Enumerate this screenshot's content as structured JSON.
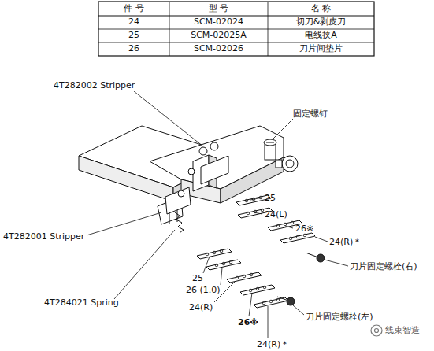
{
  "diagram": {
    "labels": [
      "件 号",
      "型 号",
      "名 称",
      "24",
      "SCM-02024",
      "切刀&剥皮刀",
      "25",
      "SCM-02025A",
      "电线挟A",
      "26",
      "SCM-02026",
      "刀片间垫片",
      "4T282002 Stripper",
      "固定螺钉",
      "25",
      "24(L)",
      "26※",
      "24(R)＊",
      "刀片固定螺栓(右)",
      "4T282001 Stripper",
      "25",
      "26 (1.0)",
      "24(R)",
      "26※",
      "刀片固定螺栓(左)",
      "24(R)＊",
      "4T284021 Spring",
      "线束智造"
    ]
  }
}
